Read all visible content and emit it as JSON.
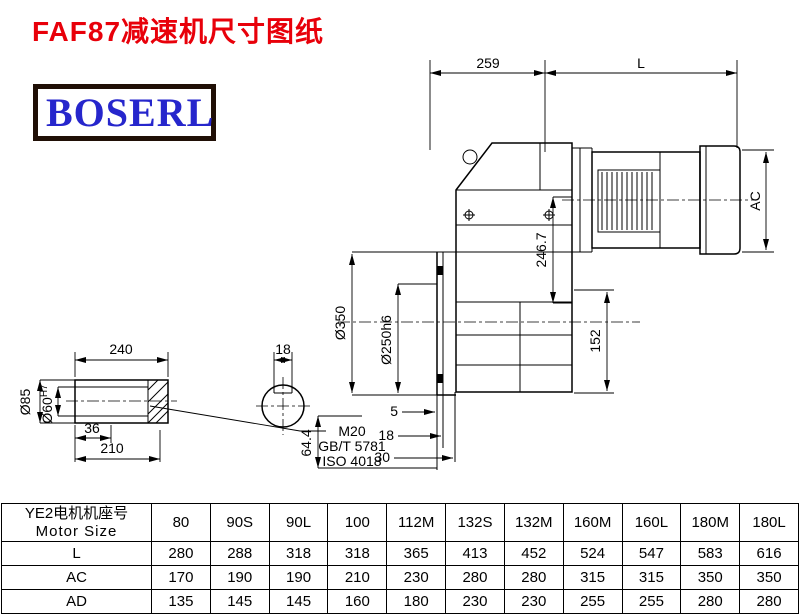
{
  "title": "FAF87减速机尺寸图纸",
  "logo": "BOSERL",
  "dims": {
    "top_259": "259",
    "top_L": "L",
    "ac": "AC",
    "inner_246_7": "246.7",
    "flange_350": "Ø350",
    "flange_250": "Ø250h6",
    "right_152": "152",
    "bottom_5": "5",
    "bottom_18": "18",
    "bottom_30": "30",
    "bottom_64_4": "64.4"
  },
  "shaft": {
    "len_240": "240",
    "dia_85": "Ø85",
    "dia_60": "Ø60",
    "dia_60_tol": "H7",
    "len_36": "36",
    "len_210": "210",
    "key_18": "18",
    "thread": "M20",
    "std_gb": "GB/T 5781",
    "std_iso": "ISO 4018"
  },
  "table": {
    "header_cn": "YE2电机机座号",
    "header_en": "Motor Size",
    "columns": [
      "80",
      "90S",
      "90L",
      "100",
      "112M",
      "132S",
      "132M",
      "160M",
      "160L",
      "180M",
      "180L"
    ],
    "rows": [
      {
        "label": "L",
        "values": [
          "280",
          "288",
          "318",
          "318",
          "365",
          "413",
          "452",
          "524",
          "547",
          "583",
          "616"
        ]
      },
      {
        "label": "AC",
        "values": [
          "170",
          "190",
          "190",
          "210",
          "230",
          "280",
          "280",
          "315",
          "315",
          "350",
          "350"
        ]
      },
      {
        "label": "AD",
        "values": [
          "135",
          "145",
          "145",
          "160",
          "180",
          "230",
          "230",
          "255",
          "255",
          "280",
          "280"
        ]
      }
    ]
  }
}
